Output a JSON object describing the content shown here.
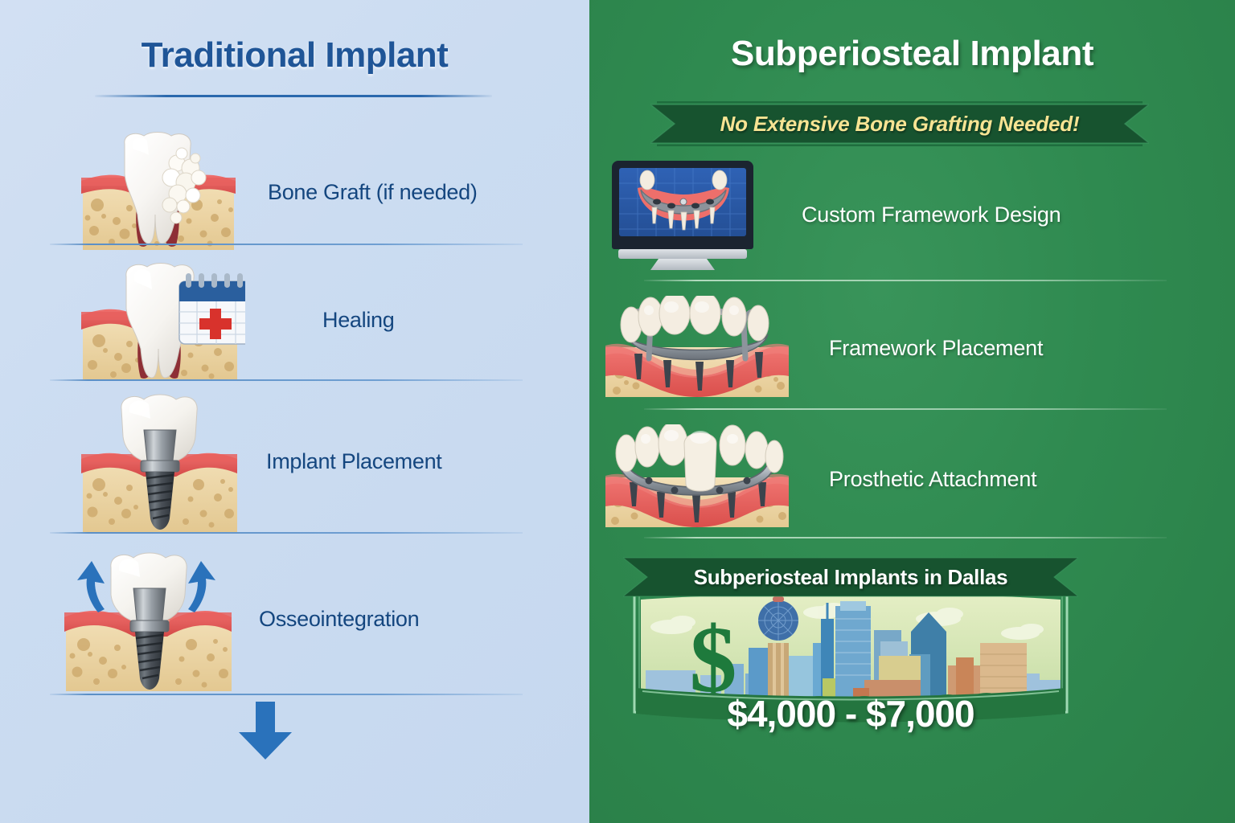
{
  "left": {
    "title": "Traditional Implant",
    "accent_color": "#1f5597",
    "background_color": "#cbdcf1",
    "steps": [
      {
        "label": "Bone Graft (if needed)",
        "icon": "tooth-with-bone-graft-icon"
      },
      {
        "label": "Healing",
        "icon": "tooth-with-calendar-icon"
      },
      {
        "label": "Implant Placement",
        "icon": "screw-implant-icon"
      },
      {
        "label": "Osseointegration",
        "icon": "implant-with-up-arrows-icon"
      }
    ],
    "flow_arrow": "down-arrow-icon"
  },
  "right": {
    "title": "Subperiosteal Implant",
    "ribbon_text": "No Extensive Bone Grafting Needed!",
    "accent_color": "#2f8a50",
    "ribbon_color": "#145c33",
    "ribbon_text_color": "#f7e493",
    "background_color": "#2f8a50",
    "steps": [
      {
        "label": "Custom Framework Design",
        "icon": "monitor-cad-framework-icon"
      },
      {
        "label": "Framework Placement",
        "icon": "framework-on-gum-icon"
      },
      {
        "label": "Prosthetic Attachment",
        "icon": "prosthetic-teeth-on-framework-icon"
      }
    ],
    "cost": {
      "banner_label": "Subperiosteal Implants in Dallas",
      "price_range": "$4,000 - $7,000",
      "scene": "dallas-skyline-with-dollar-sign"
    }
  }
}
